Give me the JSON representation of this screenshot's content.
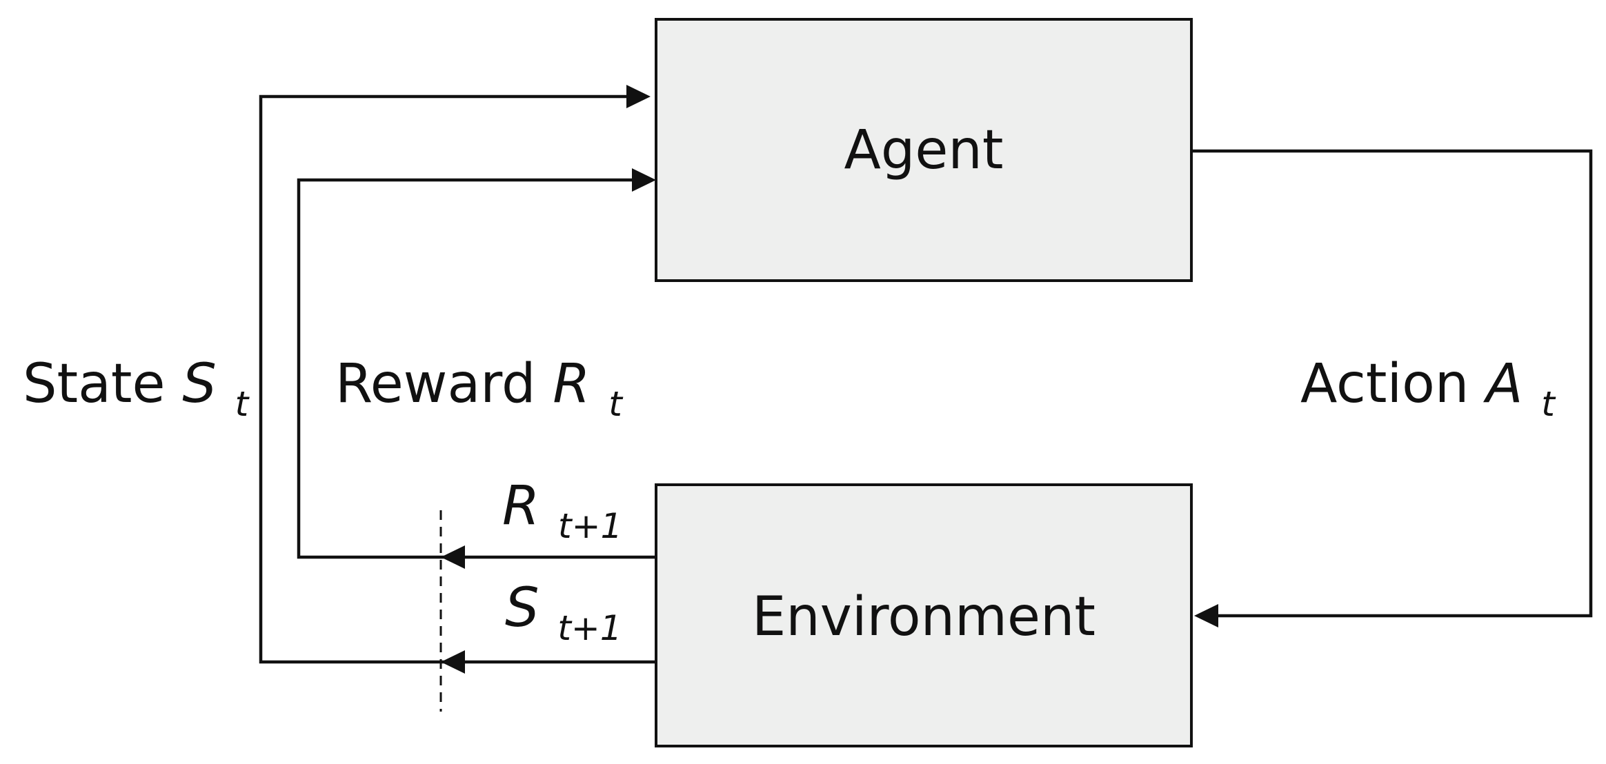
{
  "agent": {
    "label": "Agent"
  },
  "environment": {
    "label": "Environment"
  },
  "state": {
    "word": "State",
    "symbol": "S",
    "subscript": "t"
  },
  "reward": {
    "word": "Reward",
    "symbol": "R",
    "subscript": "t"
  },
  "action": {
    "word": "Action",
    "symbol": "A",
    "subscript": "t"
  },
  "next_reward": {
    "symbol": "R",
    "subscript": "t+1"
  },
  "next_state": {
    "symbol": "S",
    "subscript": "t+1"
  }
}
